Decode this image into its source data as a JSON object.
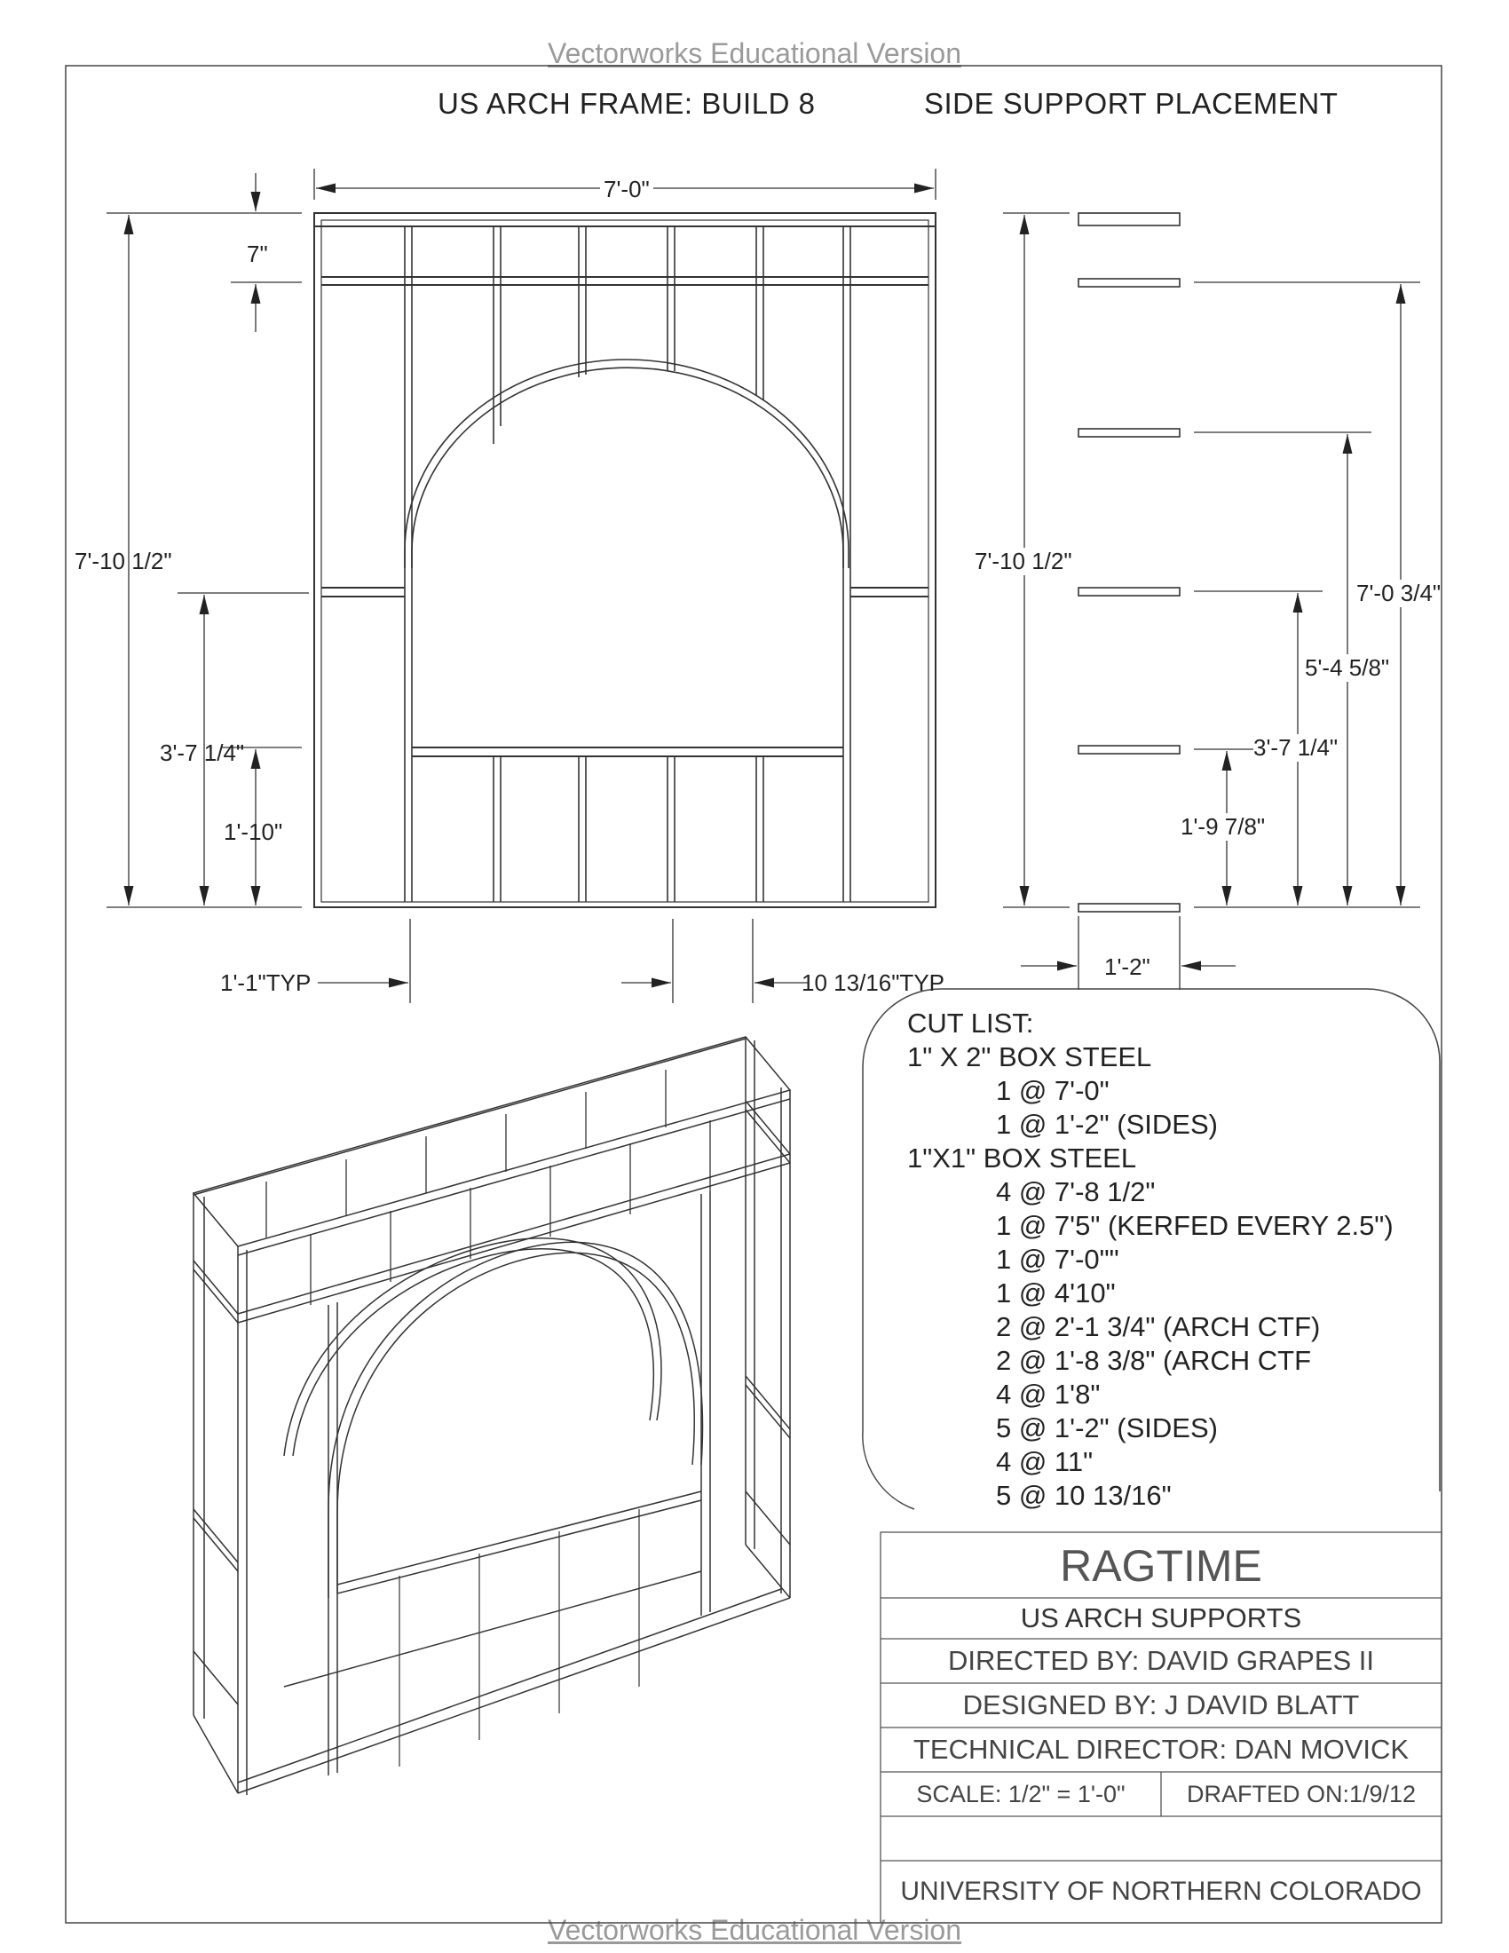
{
  "watermark": "Vectorworks Educational Version",
  "header": {
    "title": "US ARCH FRAME: BUILD 8",
    "subtitle": "SIDE SUPPORT PLACEMENT"
  },
  "front_dims": {
    "width": "7'-0\"",
    "top_gap": "7\"",
    "height": "7'-10 1/2\"",
    "mid": "3'-7 1/4\"",
    "low": "1'-10\"",
    "left_spacing": "1'-1\"TYP",
    "right_spacing": "10 13/16\"TYP"
  },
  "side_dims": {
    "height": "7'-10 1/2\"",
    "d1": "7'-0 3/4\"",
    "d2": "5'-4 5/8\"",
    "d3": "3'-7 1/4\"",
    "d4": "1'-9 7/8\"",
    "depth": "1'-2\""
  },
  "cut_list": {
    "heading": "CUT LIST:",
    "groups": [
      {
        "material": "1\" X 2\" BOX STEEL",
        "items": [
          "1 @ 7'-0\"",
          "1 @ 1'-2\" (SIDES)"
        ]
      },
      {
        "material": "1\"X1\" BOX STEEL",
        "items": [
          "4 @ 7'-8 1/2\"",
          "1 @ 7'5\" (KERFED EVERY 2.5\")",
          "1 @ 7'-0\"\"",
          "1 @ 4'10\"",
          "2 @ 2'-1 3/4\" (ARCH CTF)",
          "2 @ 1'-8 3/8\" (ARCH CTF",
          "4 @ 1'8\"",
          "5 @ 1'-2\" (SIDES)",
          "4 @ 11\"",
          "5 @ 10 13/16\""
        ]
      }
    ]
  },
  "title_block": {
    "show": "RAGTIME",
    "drawing": "US ARCH SUPPORTS",
    "directed": "DIRECTED BY: DAVID GRAPES II",
    "designed": "DESIGNED BY: J DAVID BLATT",
    "td": "TECHNICAL DIRECTOR: DAN MOVICK",
    "scale": "SCALE: 1/2\" = 1'-0\"",
    "drafted": "DRAFTED ON:1/9/12",
    "school": "UNIVERSITY OF NORTHERN COLORADO"
  }
}
